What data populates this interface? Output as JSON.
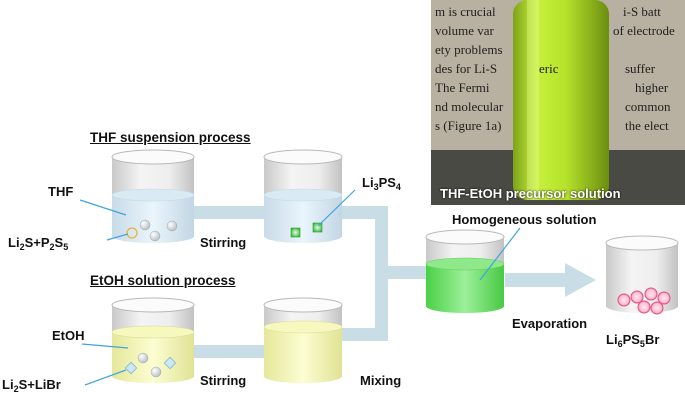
{
  "labels": {
    "thf_heading": "THF suspension process",
    "etoh_heading": "EtOH solution process",
    "thf": "THF",
    "etoh": "EtOH",
    "stirring_top": "Stirring",
    "stirring_bottom": "Stirring",
    "mixing": "Mixing",
    "evaporation": "Evaporation",
    "homogeneous": "Homogeneous solution"
  },
  "formulas": {
    "li2s_p2s5": [
      {
        "t": "Li"
      },
      {
        "t": "2",
        "sub": true
      },
      {
        "t": "S+P"
      },
      {
        "t": "2",
        "sub": true
      },
      {
        "t": "S"
      },
      {
        "t": "5",
        "sub": true
      }
    ],
    "li3ps4": [
      {
        "t": "Li"
      },
      {
        "t": "3",
        "sub": true
      },
      {
        "t": "PS"
      },
      {
        "t": "4",
        "sub": true
      }
    ],
    "li2s_libr": [
      {
        "t": "Li"
      },
      {
        "t": "2",
        "sub": true
      },
      {
        "t": "S+LiBr"
      }
    ],
    "li6ps5br": [
      {
        "t": "Li"
      },
      {
        "t": "6",
        "sub": true
      },
      {
        "t": "PS"
      },
      {
        "t": "5",
        "sub": true
      },
      {
        "t": "Br"
      }
    ]
  },
  "photo": {
    "caption": "THF-EtOH precursor solution",
    "background_text": [
      "m is crucial",
      "i-S batt",
      "volume var",
      "of electrode",
      "ety problems",
      "des for Li-S",
      "eric",
      "suffer",
      "The Fermi",
      "higher",
      "nd molecular",
      "common",
      "s (Figure 1a)",
      "the elect"
    ]
  },
  "colors": {
    "arrow": "#c9dde7",
    "thf_liquid": "#e4f1fa",
    "etoh_liquid": "#fafbc8",
    "homogeneous_liquid": "#7fe07a",
    "crystal": "#46c84c",
    "product_sphere": "#f06f98",
    "pointer_line": "#3da5dc"
  }
}
